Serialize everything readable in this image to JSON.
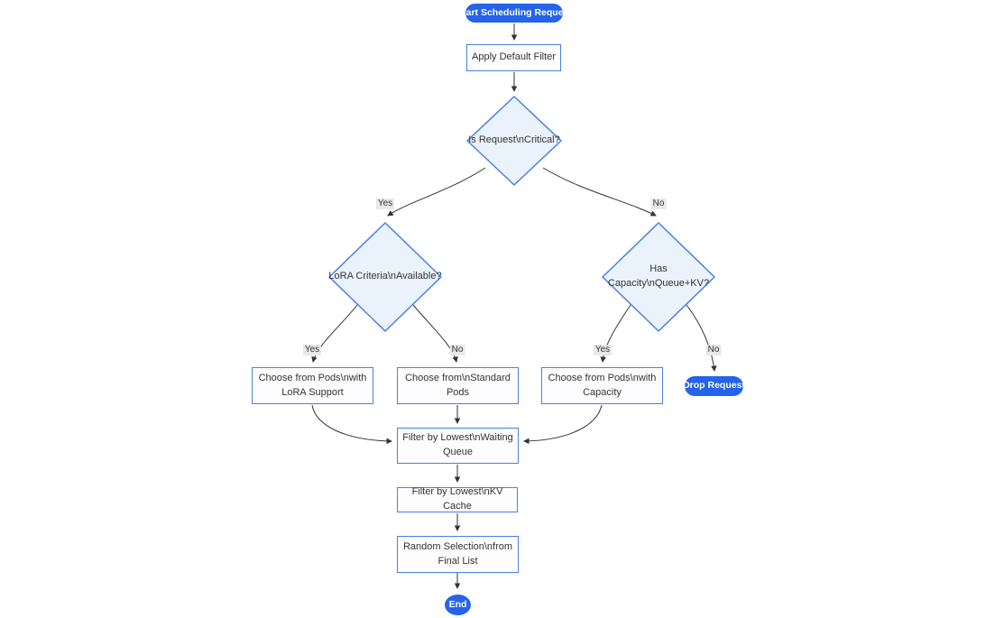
{
  "diagram": {
    "type": "flowchart",
    "direction": "top-down",
    "nodes": {
      "start": {
        "label": "Start Scheduling Request",
        "shape": "stadium"
      },
      "apply_default_filter": {
        "label": "Apply Default Filter",
        "shape": "process"
      },
      "is_request_critical": {
        "label": "Is Request\\nCritical?",
        "shape": "decision"
      },
      "lora_criteria_available": {
        "label": "LoRA Criteria\\nAvailable?",
        "shape": "decision"
      },
      "has_capacity_queue_kv": {
        "label": "Has Capacity\\nQueue+KV?",
        "shape": "decision"
      },
      "choose_pods_lora": {
        "label": "Choose from Pods\\nwith\nLoRA Support",
        "shape": "process"
      },
      "choose_standard_pods": {
        "label": "Choose from\\nStandard\nPods",
        "shape": "process"
      },
      "choose_pods_capacity": {
        "label": "Choose from Pods\\nwith\nCapacity",
        "shape": "process"
      },
      "drop_request": {
        "label": "Drop Request",
        "shape": "stadium"
      },
      "filter_waiting_queue": {
        "label": "Filter by Lowest\\nWaiting\nQueue",
        "shape": "process"
      },
      "filter_kv_cache": {
        "label": "Filter by Lowest\\nKV Cache",
        "shape": "process"
      },
      "random_selection": {
        "label": "Random Selection\\nfrom\nFinal List",
        "shape": "process"
      },
      "end": {
        "label": "End",
        "shape": "circle"
      }
    },
    "edges": [
      {
        "from": "start",
        "to": "apply_default_filter",
        "label": ""
      },
      {
        "from": "apply_default_filter",
        "to": "is_request_critical",
        "label": ""
      },
      {
        "from": "is_request_critical",
        "to": "lora_criteria_available",
        "label": "Yes"
      },
      {
        "from": "is_request_critical",
        "to": "has_capacity_queue_kv",
        "label": "No"
      },
      {
        "from": "lora_criteria_available",
        "to": "choose_pods_lora",
        "label": "Yes"
      },
      {
        "from": "lora_criteria_available",
        "to": "choose_standard_pods",
        "label": "No"
      },
      {
        "from": "has_capacity_queue_kv",
        "to": "choose_pods_capacity",
        "label": "Yes"
      },
      {
        "from": "has_capacity_queue_kv",
        "to": "drop_request",
        "label": "No"
      },
      {
        "from": "choose_pods_lora",
        "to": "filter_waiting_queue",
        "label": ""
      },
      {
        "from": "choose_standard_pods",
        "to": "filter_waiting_queue",
        "label": ""
      },
      {
        "from": "choose_pods_capacity",
        "to": "filter_waiting_queue",
        "label": ""
      },
      {
        "from": "filter_waiting_queue",
        "to": "filter_kv_cache",
        "label": ""
      },
      {
        "from": "filter_kv_cache",
        "to": "random_selection",
        "label": ""
      },
      {
        "from": "random_selection",
        "to": "end",
        "label": ""
      }
    ],
    "colors": {
      "terminal_fill": "#2563eb",
      "terminal_text": "#ffffff",
      "node_border": "#4a80e4",
      "decision_fill": "#eaf2fc",
      "process_fill": "#fdfdff",
      "edge_stroke": "#333333",
      "edge_label_bg": "#e8e8e8",
      "node_text": "#333333",
      "background": "#ffffff"
    }
  }
}
